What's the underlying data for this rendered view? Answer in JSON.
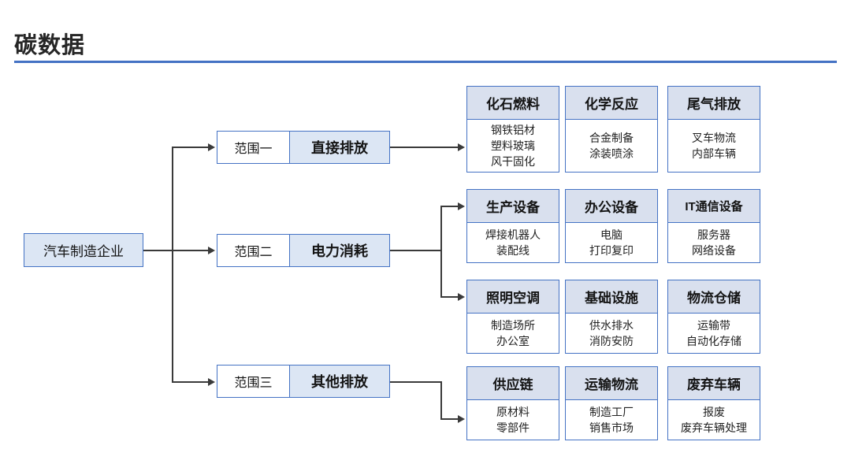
{
  "header": {
    "title": "碳数据",
    "rule_color": "#4472c4"
  },
  "colors": {
    "accent": "#4472c4",
    "node_fill": "#dce6f4",
    "card_header_fill": "#d9e0ee",
    "card_body_fill": "#ffffff",
    "connector": "#3a3a3a"
  },
  "diagram": {
    "root": {
      "label": "汽车制造企业"
    },
    "scopes": [
      {
        "scope_label": "范围一",
        "scope_title": "直接排放"
      },
      {
        "scope_label": "范围二",
        "scope_title": "电力消耗"
      },
      {
        "scope_label": "范围三",
        "scope_title": "其他排放"
      }
    ],
    "card_rows": [
      {
        "row_name": "scope-one-row",
        "cards": [
          {
            "title": "化石燃料",
            "items": [
              "钢铁铝材",
              "塑料玻璃",
              "风干固化"
            ]
          },
          {
            "title": "化学反应",
            "items": [
              "合金制备",
              "涂装喷涂"
            ]
          },
          {
            "title": "尾气排放",
            "items": [
              "叉车物流",
              "内部车辆"
            ]
          }
        ]
      },
      {
        "row_name": "scope-two-row-a",
        "cards": [
          {
            "title": "生产设备",
            "items": [
              "焊接机器人",
              "装配线"
            ]
          },
          {
            "title": "办公设备",
            "items": [
              "电脑",
              "打印复印"
            ]
          },
          {
            "title": "IT通信设备",
            "items": [
              "服务器",
              "网络设备"
            ]
          }
        ]
      },
      {
        "row_name": "scope-two-row-b",
        "cards": [
          {
            "title": "照明空调",
            "items": [
              "制造场所",
              "办公室"
            ]
          },
          {
            "title": "基础设施",
            "items": [
              "供水排水",
              "消防安防"
            ]
          },
          {
            "title": "物流仓储",
            "items": [
              "运输带",
              "自动化存储"
            ]
          }
        ]
      },
      {
        "row_name": "scope-three-row",
        "cards": [
          {
            "title": "供应链",
            "items": [
              "原材料",
              "零部件"
            ]
          },
          {
            "title": "运输物流",
            "items": [
              "制造工厂",
              "销售市场"
            ]
          },
          {
            "title": "废弃车辆",
            "items": [
              "报废",
              "废弃车辆处理"
            ]
          }
        ]
      }
    ]
  }
}
